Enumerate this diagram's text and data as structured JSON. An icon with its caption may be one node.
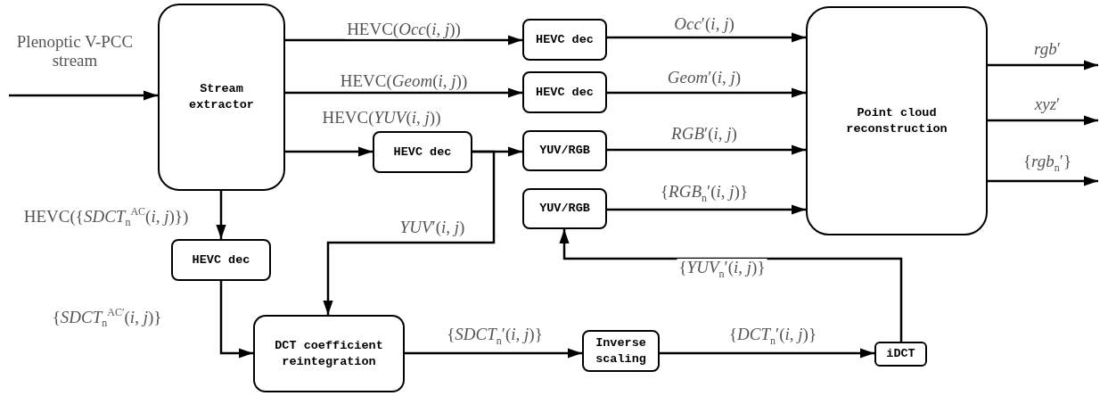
{
  "diagram": {
    "nodes": [
      {
        "text": [
          "Stream extractor"
        ]
      },
      {
        "text": [
          "HEVC dec"
        ]
      },
      {
        "text": [
          "HEVC dec"
        ]
      },
      {
        "text": [
          "HEVC dec"
        ]
      },
      {
        "text": [
          "YUV/RGB"
        ]
      },
      {
        "text": [
          "YUV/RGB"
        ]
      },
      {
        "text": [
          "Point cloud reconstruction"
        ]
      },
      {
        "text": [
          "HEVC dec"
        ]
      },
      {
        "text": [
          "DCT coefficient reintegration"
        ]
      },
      {
        "text": [
          "Inverse scaling"
        ]
      },
      {
        "text": [
          "iDCT"
        ]
      }
    ],
    "edges": [
      {
        "from": null,
        "to": 0,
        "arrow": "to",
        "label": "Plenoptic V-PCC stream"
      },
      {
        "from": 0,
        "to": 1,
        "arrow": "to",
        "label": "HEVC(*Occ*(*i*, *j*))"
      },
      {
        "from": 0,
        "to": 2,
        "arrow": "to",
        "label": "HEVC(*Geom*(*i*, *j*))"
      },
      {
        "from": 0,
        "to": 3,
        "arrow": "to",
        "label": "HEVC(*YUV*(*i*, *j*))"
      },
      {
        "from": 1,
        "to": 6,
        "arrow": "to",
        "label": "*Occ*′(*i*, *j*)"
      },
      {
        "from": 2,
        "to": 6,
        "arrow": "to",
        "label": "*Geom*′(*i*, *j*)"
      },
      {
        "from": 3,
        "to": 4,
        "arrow": "to"
      },
      {
        "from": 4,
        "to": 6,
        "arrow": "to",
        "label": "*RGB*′(*i*, *j*)"
      },
      {
        "from": 5,
        "to": 6,
        "arrow": "to",
        "label": "{*RGB*$_{n}$′(*i*, *j*)}"
      },
      {
        "from": 3,
        "to": 8,
        "arrow": "to",
        "label": "*YUV*′(*i*, *j*)"
      },
      {
        "from": 0,
        "to": 7,
        "arrow": "to",
        "label": "HEVC({*SDCT*$_{n}$$^{AC}$(*i*, *j*)})"
      },
      {
        "from": 7,
        "to": 8,
        "arrow": "to",
        "label": "{*SDCT*$_{n}$$^{AC′}$(*i*, *j*)}"
      },
      {
        "from": 8,
        "to": 9,
        "arrow": "to",
        "label": "{*SDCT*$_{n}$′(*i*, *j*)}"
      },
      {
        "from": 9,
        "to": 10,
        "arrow": "to",
        "label": "{*DCT*$_{n}$′(*i*, *j*)}"
      },
      {
        "from": 10,
        "to": 5,
        "arrow": "to",
        "label": "{*YUV*$_{n}$′(*i*, *j*)}"
      },
      {
        "from": 6,
        "to": null,
        "arrow": "to",
        "label": "*rgb*′"
      },
      {
        "from": 6,
        "to": null,
        "arrow": "to",
        "label": "*xyz*′"
      },
      {
        "from": 6,
        "to": null,
        "arrow": "to",
        "label": "{*rgb*$_{n}$′}"
      }
    ]
  }
}
